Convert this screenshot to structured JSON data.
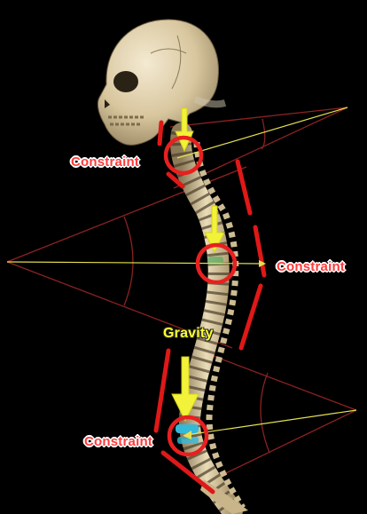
{
  "labels": {
    "constraint_upper": "Constraint",
    "constraint_middle": "Constraint",
    "constraint_lower": "Constraint",
    "gravity": "Gravity"
  },
  "colors": {
    "background": "#000000",
    "constraint_text": "#ff3a3a",
    "constraint_outline": "#ffffff",
    "gravity_text": "#ffff33",
    "arrow": "#f2f23a",
    "circle": "#e82020",
    "angle_lines": "#8b2222",
    "bracket": "#e01818",
    "bone": "#d9c9a3"
  },
  "icons": [
    "skull-illustration",
    "spine-illustration",
    "gravity-arrow-icon",
    "constraint-circle-icon"
  ]
}
